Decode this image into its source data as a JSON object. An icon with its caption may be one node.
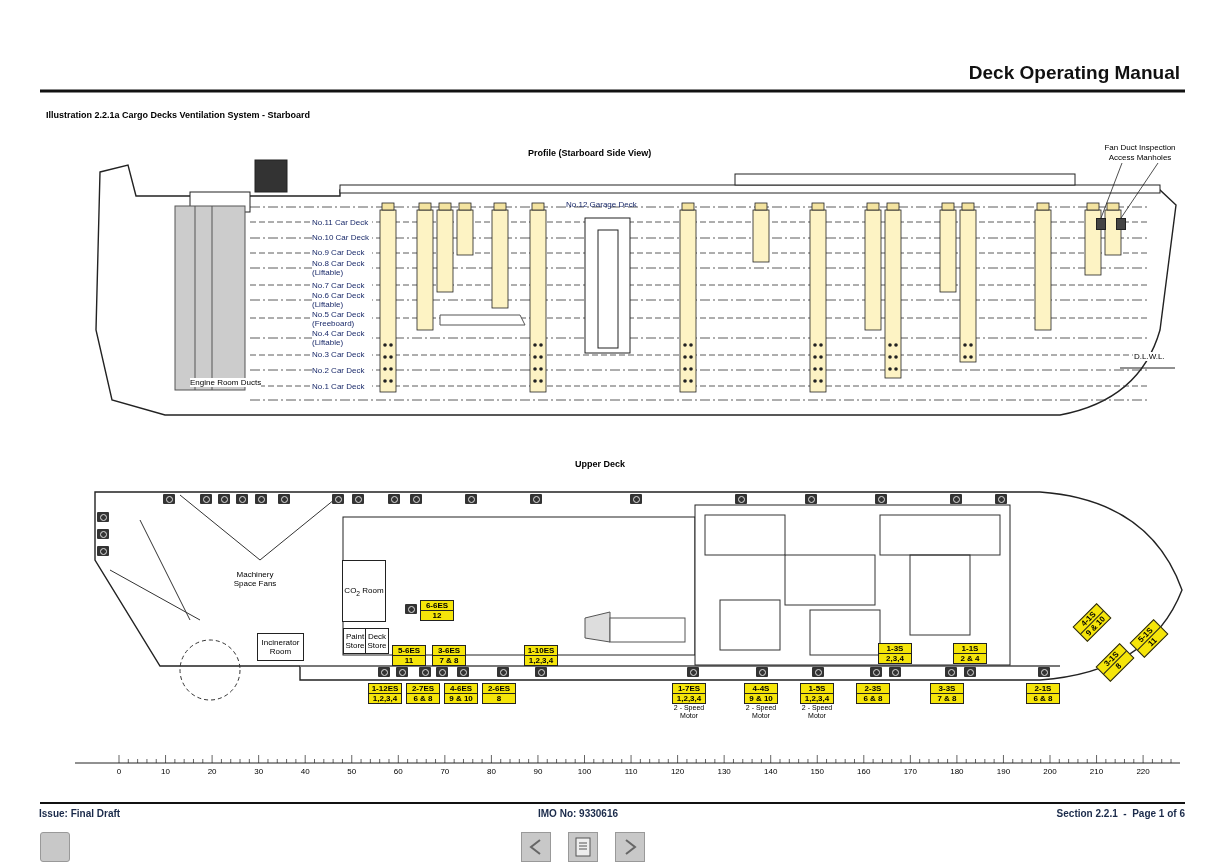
{
  "diagram": {
    "title": "Illustration 2.2.1a Cargo Decks Ventilation System - Starboard",
    "nodes": [
      {
        "text": [
          "Fan Duct Inspection Access Manholes"
        ]
      },
      {
        "text": [],
        "shape": "box"
      },
      {
        "text": [],
        "shape": "box"
      },
      {
        "text": [
          "CO$_{2}$ Room"
        ]
      },
      {
        "text": [
          "Paint Store"
        ]
      },
      {
        "text": [
          "Deck Store"
        ]
      },
      {
        "text": [
          "Incinerator Room"
        ]
      },
      {
        "text": [
          "6-6ES",
          "12"
        ]
      },
      {
        "text": [
          "5-6ES",
          "11"
        ]
      },
      {
        "text": [
          "3-6ES",
          "7 & 8"
        ]
      },
      {
        "text": [
          "1-10ES",
          "1,2,3,4"
        ]
      },
      {
        "text": [
          "1-3S",
          "2,3,4"
        ]
      },
      {
        "text": [
          "1-1S",
          "2 & 4"
        ]
      },
      {
        "text": [
          "1-12ES",
          "1,2,3,4"
        ]
      },
      {
        "text": [
          "2-7ES",
          "6 & 8"
        ]
      },
      {
        "text": [
          "4-6ES",
          "9 & 10"
        ]
      },
      {
        "text": [
          "2-6ES",
          "8"
        ]
      },
      {
        "text": [
          "1-7ES",
          "1,2,3,4"
        ],
        "beside": [
          "2 - Speed Motor"
        ]
      },
      {
        "text": [
          "4-4S",
          "9 & 10"
        ],
        "beside": [
          "2 - Speed Motor"
        ]
      },
      {
        "text": [
          "1-5S",
          "1,2,3,4"
        ],
        "beside": [
          "2 - Speed Motor"
        ]
      },
      {
        "text": [
          "2-3S",
          "6 & 8"
        ]
      },
      {
        "text": [
          "3-3S",
          "7 & 8"
        ]
      },
      {
        "text": [
          "2-1S",
          "6 & 8"
        ]
      },
      {
        "text": [
          "4-1S",
          "9 & 10"
        ]
      },
      {
        "text": [
          "5-1S",
          "11"
        ]
      },
      {
        "text": [
          "3-1S",
          "8"
        ]
      }
    ],
    "edges": [
      {
        "from": 0,
        "to": 1,
        "arrow": "none"
      },
      {
        "from": 0,
        "to": 2,
        "arrow": "none"
      }
    ],
    "labels": [
      "Deck Operating Manual",
      "Profile (Starboard Side View)",
      "No.12 Garage Deck",
      "No.11 Car Deck",
      "No.10 Car Deck",
      "No.9 Car Deck",
      "No.8 Car Deck (Liftable)",
      "No.7 Car Deck",
      "No.6 Car Deck (Liftable)",
      "No.5 Car Deck (Freeboard)",
      "No.4 Car Deck (Liftable)",
      "No.3 Car Deck",
      "No.2 Car Deck",
      "No.1 Car Deck",
      "Engine Room Ducts",
      "D.L.W.L.",
      "Upper Deck",
      "Machinery Space Fans",
      "0",
      "10",
      "20",
      "30",
      "40",
      "50",
      "60",
      "70",
      "80",
      "90",
      "100",
      "110",
      "120",
      "130",
      "140",
      "150",
      "160",
      "170",
      "180",
      "190",
      "200",
      "210",
      "220",
      "Issue: Final Draft",
      "IMO No: 9330616",
      "Section 2.2.1  -  Page 1 of 6"
    ]
  }
}
